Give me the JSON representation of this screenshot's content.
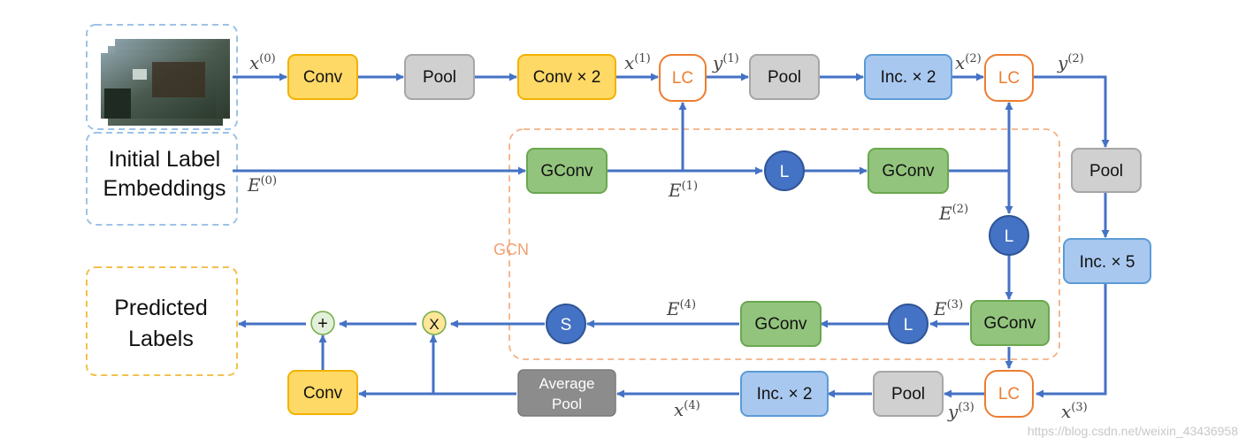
{
  "input_block": {
    "initial_label_line1": "Initial Label",
    "initial_label_line2": "Embeddings"
  },
  "output_block": {
    "line1": "Predicted",
    "line2": "Labels"
  },
  "nodes": {
    "conv1": "Conv",
    "pool1": "Pool",
    "conv2": "Conv × 2",
    "lc1": "LC",
    "pool2": "Pool",
    "inc1": "Inc. × 2",
    "lc2": "LC",
    "pool_right": "Pool",
    "inc_right": "Inc. × 5",
    "gconv1": "GConv",
    "l1": "L",
    "gconv2": "GConv",
    "l2": "L",
    "gconv3": "GConv",
    "l3": "L",
    "gconv4": "GConv",
    "s": "S",
    "lc3": "LC",
    "pool3": "Pool",
    "inc3": "Inc. × 2",
    "avgpool_line1": "Average",
    "avgpool_line2": "Pool",
    "conv_out": "Conv",
    "mult": "X",
    "plus": "+"
  },
  "gcn_label": "GCN",
  "vars": {
    "x0": {
      "base": "x",
      "sup": "(0)"
    },
    "x1": {
      "base": "x",
      "sup": "(1)"
    },
    "y1": {
      "base": "y",
      "sup": "(1)"
    },
    "x2": {
      "base": "x",
      "sup": "(2)"
    },
    "y2": {
      "base": "y",
      "sup": "(2)"
    },
    "x3": {
      "base": "x",
      "sup": "(3)"
    },
    "y3": {
      "base": "y",
      "sup": "(3)"
    },
    "x4": {
      "base": "x",
      "sup": "(4)"
    },
    "e0": {
      "base": "E",
      "sup": "(0)"
    },
    "e1": {
      "base": "E",
      "sup": "(1)"
    },
    "e2": {
      "base": "E",
      "sup": "(2)"
    },
    "e3": {
      "base": "E",
      "sup": "(3)"
    },
    "e4": {
      "base": "E",
      "sup": "(4)"
    }
  },
  "watermark": "https://blog.csdn.net/weixin_43436958",
  "colors": {
    "arrow": "#4472c4",
    "conv_fill": "#ffd966",
    "conv_stroke": "#f2b200",
    "pool_fill": "#d0d0d0",
    "pool_stroke": "#a6a6a6",
    "inc_fill": "#a9c8ef",
    "inc_stroke": "#5b9bd5",
    "lc_stroke": "#ed7d31",
    "gconv_fill": "#93c47d",
    "gconv_stroke": "#6aa84f",
    "circle_fill": "#4472c4",
    "avgpool_fill": "#8c8c8c",
    "gcn_border": "#f4b183",
    "input_border": "#9dc3e6",
    "output_border": "#f2c14e"
  }
}
